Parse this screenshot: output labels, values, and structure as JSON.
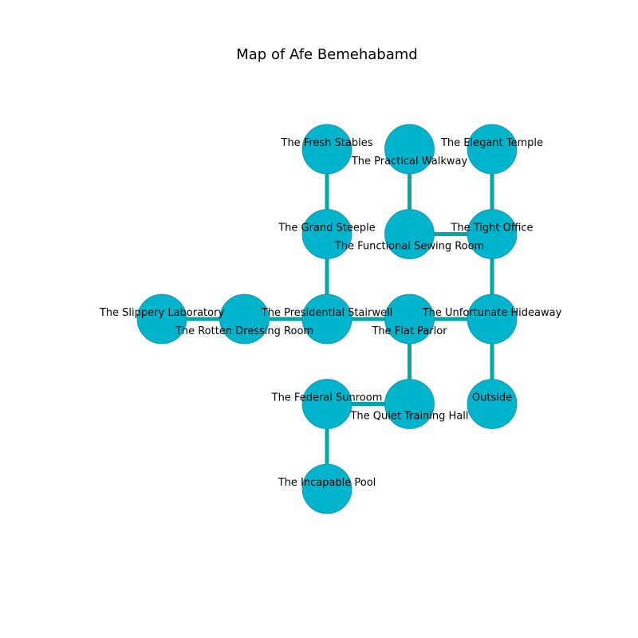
{
  "title": "Map of Afe Bemehabamd",
  "colors": {
    "node_fill": "#00b4cc",
    "node_stroke": "#1a8fa3",
    "edge": "#00a8a8",
    "text": "#000000",
    "background": "#ffffff"
  },
  "rooms": [
    {
      "id": "fresh_stables",
      "label": "The Fresh Stables",
      "col": 2,
      "row": 0,
      "label_side": "above"
    },
    {
      "id": "practical_walkway",
      "label": "The Practical Walkway",
      "col": 3,
      "row": 0,
      "label_side": "below"
    },
    {
      "id": "elegant_temple",
      "label": "The Elegant Temple",
      "col": 4,
      "row": 0,
      "label_side": "above"
    },
    {
      "id": "grand_steeple",
      "label": "The Grand Steeple",
      "col": 2,
      "row": 1,
      "label_side": "above"
    },
    {
      "id": "functional_sewing_room",
      "label": "The Functional Sewing Room",
      "col": 3,
      "row": 1,
      "label_side": "below"
    },
    {
      "id": "tight_office",
      "label": "The Tight Office",
      "col": 4,
      "row": 1,
      "label_side": "above"
    },
    {
      "id": "slippery_laboratory",
      "label": "The Slippery Laboratory",
      "col": 0,
      "row": 2,
      "label_side": "above"
    },
    {
      "id": "rotten_dressing_room",
      "label": "The Rotten Dressing Room",
      "col": 1,
      "row": 2,
      "label_side": "below"
    },
    {
      "id": "presidential_stairwell",
      "label": "The Presidential Stairwell",
      "col": 2,
      "row": 2,
      "label_side": "above"
    },
    {
      "id": "flat_parlor",
      "label": "The Flat Parlor",
      "col": 3,
      "row": 2,
      "label_side": "below"
    },
    {
      "id": "unfortunate_hideaway",
      "label": "The Unfortunate Hideaway",
      "col": 4,
      "row": 2,
      "label_side": "above"
    },
    {
      "id": "federal_sunroom",
      "label": "The Federal Sunroom",
      "col": 2,
      "row": 3,
      "label_side": "above"
    },
    {
      "id": "quiet_training_hall",
      "label": "The Quiet Training Hall",
      "col": 3,
      "row": 3,
      "label_side": "below"
    },
    {
      "id": "outside",
      "label": "Outside",
      "col": 4,
      "row": 3,
      "label_side": "above"
    },
    {
      "id": "incapable_pool",
      "label": "The Incapable Pool",
      "col": 2,
      "row": 4,
      "label_side": "above"
    }
  ],
  "connections": [
    [
      "fresh_stables",
      "grand_steeple"
    ],
    [
      "grand_steeple",
      "presidential_stairwell"
    ],
    [
      "practical_walkway",
      "functional_sewing_room"
    ],
    [
      "functional_sewing_room",
      "tight_office"
    ],
    [
      "elegant_temple",
      "tight_office"
    ],
    [
      "tight_office",
      "unfortunate_hideaway"
    ],
    [
      "slippery_laboratory",
      "rotten_dressing_room"
    ],
    [
      "rotten_dressing_room",
      "presidential_stairwell"
    ],
    [
      "presidential_stairwell",
      "flat_parlor"
    ],
    [
      "flat_parlor",
      "unfortunate_hideaway"
    ],
    [
      "flat_parlor",
      "quiet_training_hall"
    ],
    [
      "unfortunate_hideaway",
      "outside"
    ],
    [
      "federal_sunroom",
      "quiet_training_hall"
    ],
    [
      "federal_sunroom",
      "incapable_pool"
    ]
  ]
}
